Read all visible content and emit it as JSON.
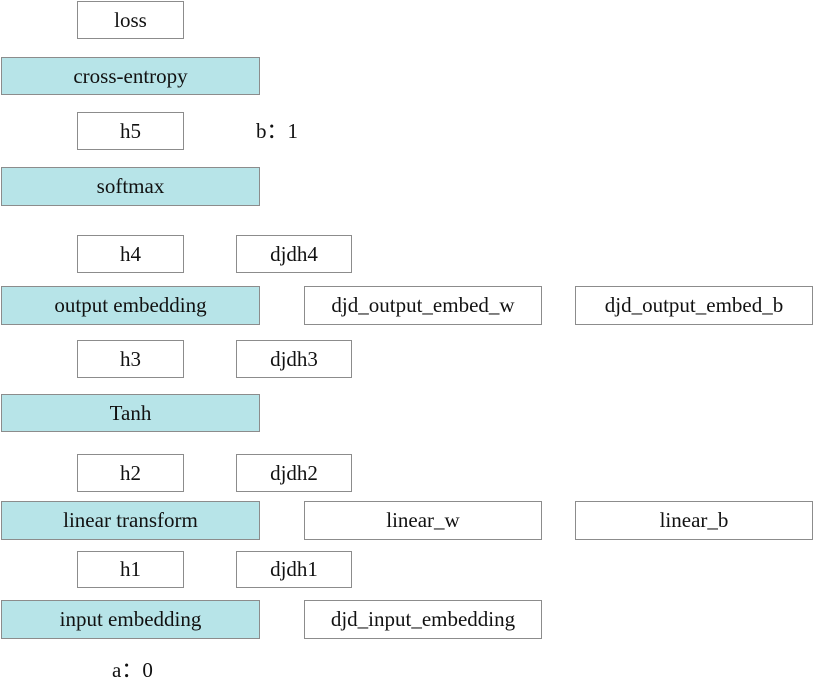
{
  "colors": {
    "operation_fill": "#b7e4e8",
    "value_fill": "#ffffff",
    "border": "#8c8c8c",
    "text": "#111111"
  },
  "nodes": {
    "loss": "loss",
    "cross_entropy": "cross-entropy",
    "h5": "h5",
    "b_value": "b：1",
    "softmax": "softmax",
    "h4": "h4",
    "djdh4": "djdh4",
    "output_embedding": "output embedding",
    "djd_output_embed_w": "djd_output_embed_w",
    "djd_output_embed_b": "djd_output_embed_b",
    "h3": "h3",
    "djdh3": "djdh3",
    "tanh": "Tanh",
    "h2": "h2",
    "djdh2": "djdh2",
    "linear_transform": "linear transform",
    "linear_w": "linear_w",
    "linear_b": "linear_b",
    "h1": "h1",
    "djdh1": "djdh1",
    "input_embedding": "input embedding",
    "djd_input_embedding": "djd_input_embedding",
    "a_value": "a：0"
  }
}
